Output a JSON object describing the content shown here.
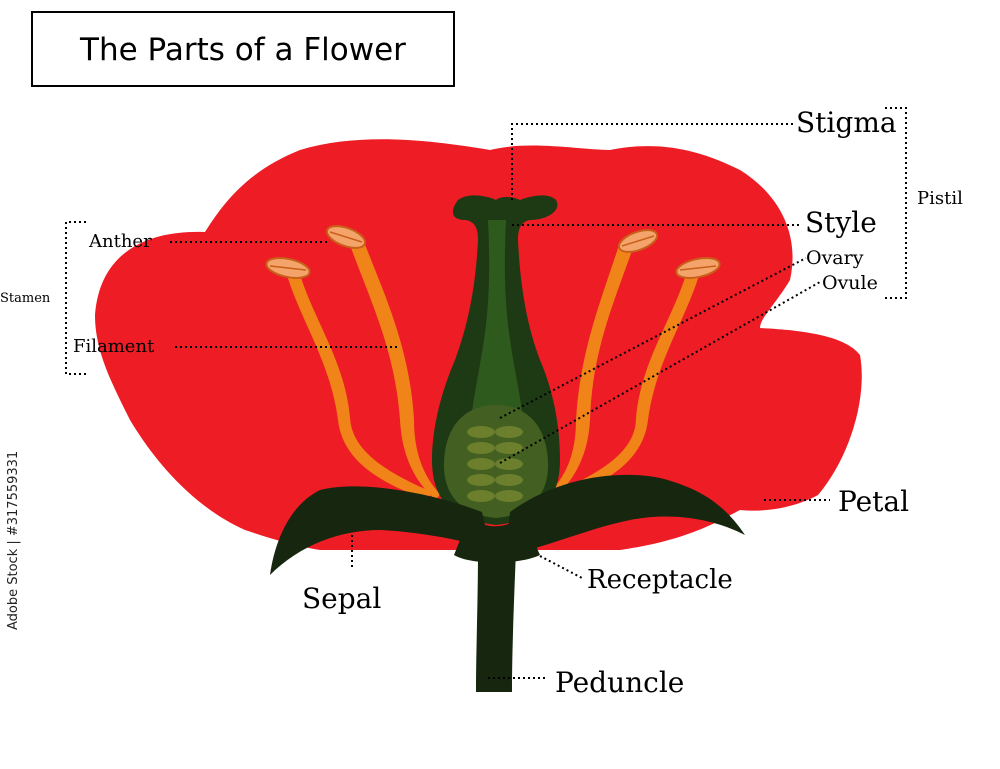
{
  "title": "The Parts of a Flower",
  "labels": {
    "stigma": "Stigma",
    "style": "Style",
    "ovary": "Ovary",
    "ovule": "Ovule",
    "pistil": "Pistil",
    "anther": "Anther",
    "filament": "Filament",
    "stamen": "Stamen",
    "petal": "Petal",
    "sepal": "Sepal",
    "receptacle": "Receptacle",
    "peduncle": "Peduncle"
  },
  "stock_id": "Adobe Stock | #317559331",
  "colors": {
    "petal": "#ee1c24",
    "sepal": "#16260f",
    "pistil_dark": "#1e3a14",
    "pistil_mid": "#2f5a1e",
    "ovary": "#445f22",
    "ovule": "#6b7f2c",
    "filament": "#f08418",
    "anther": "#f4a36a",
    "leader": "#000000"
  }
}
